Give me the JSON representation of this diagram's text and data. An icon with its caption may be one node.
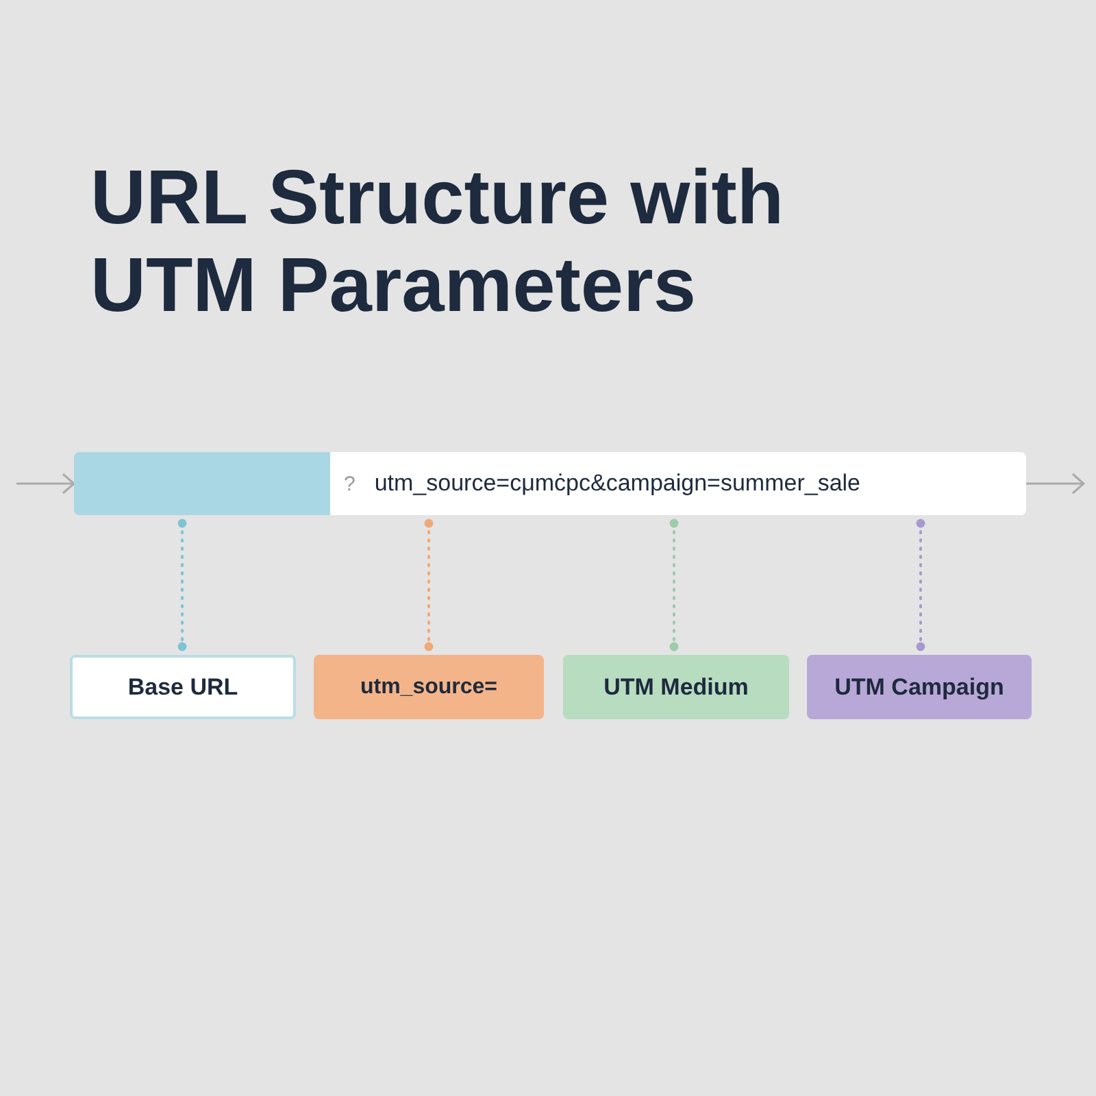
{
  "diagram": {
    "title": "URL Structure with UTM Parameters",
    "nodes": [
      {
        "text": [],
        "shape": "box"
      },
      {
        "text": [
          "?",
          "utm_source=cμmċpc&campaign=summer_sale"
        ]
      },
      {
        "text": [
          "Base URL"
        ]
      },
      {
        "text": [
          "utm_source="
        ]
      },
      {
        "text": [
          "UTM Medium"
        ]
      },
      {
        "text": [
          "UTM Campaign"
        ]
      }
    ],
    "edges": [
      {
        "from": null,
        "to": 0,
        "arrow": "to"
      },
      {
        "from": 1,
        "to": null,
        "arrow": "to"
      },
      {
        "from": 0,
        "to": 2,
        "arrow": "other",
        "style": "dashed",
        "color": "#7cc4d4"
      },
      {
        "from": 1,
        "to": 3,
        "arrow": "other",
        "style": "dashed",
        "color": "#f0a878"
      },
      {
        "from": 1,
        "to": 4,
        "arrow": "other",
        "style": "dashed",
        "color": "#9ccca8"
      },
      {
        "from": 1,
        "to": 5,
        "arrow": "other",
        "style": "dashed",
        "color": "#a898d0"
      }
    ]
  }
}
